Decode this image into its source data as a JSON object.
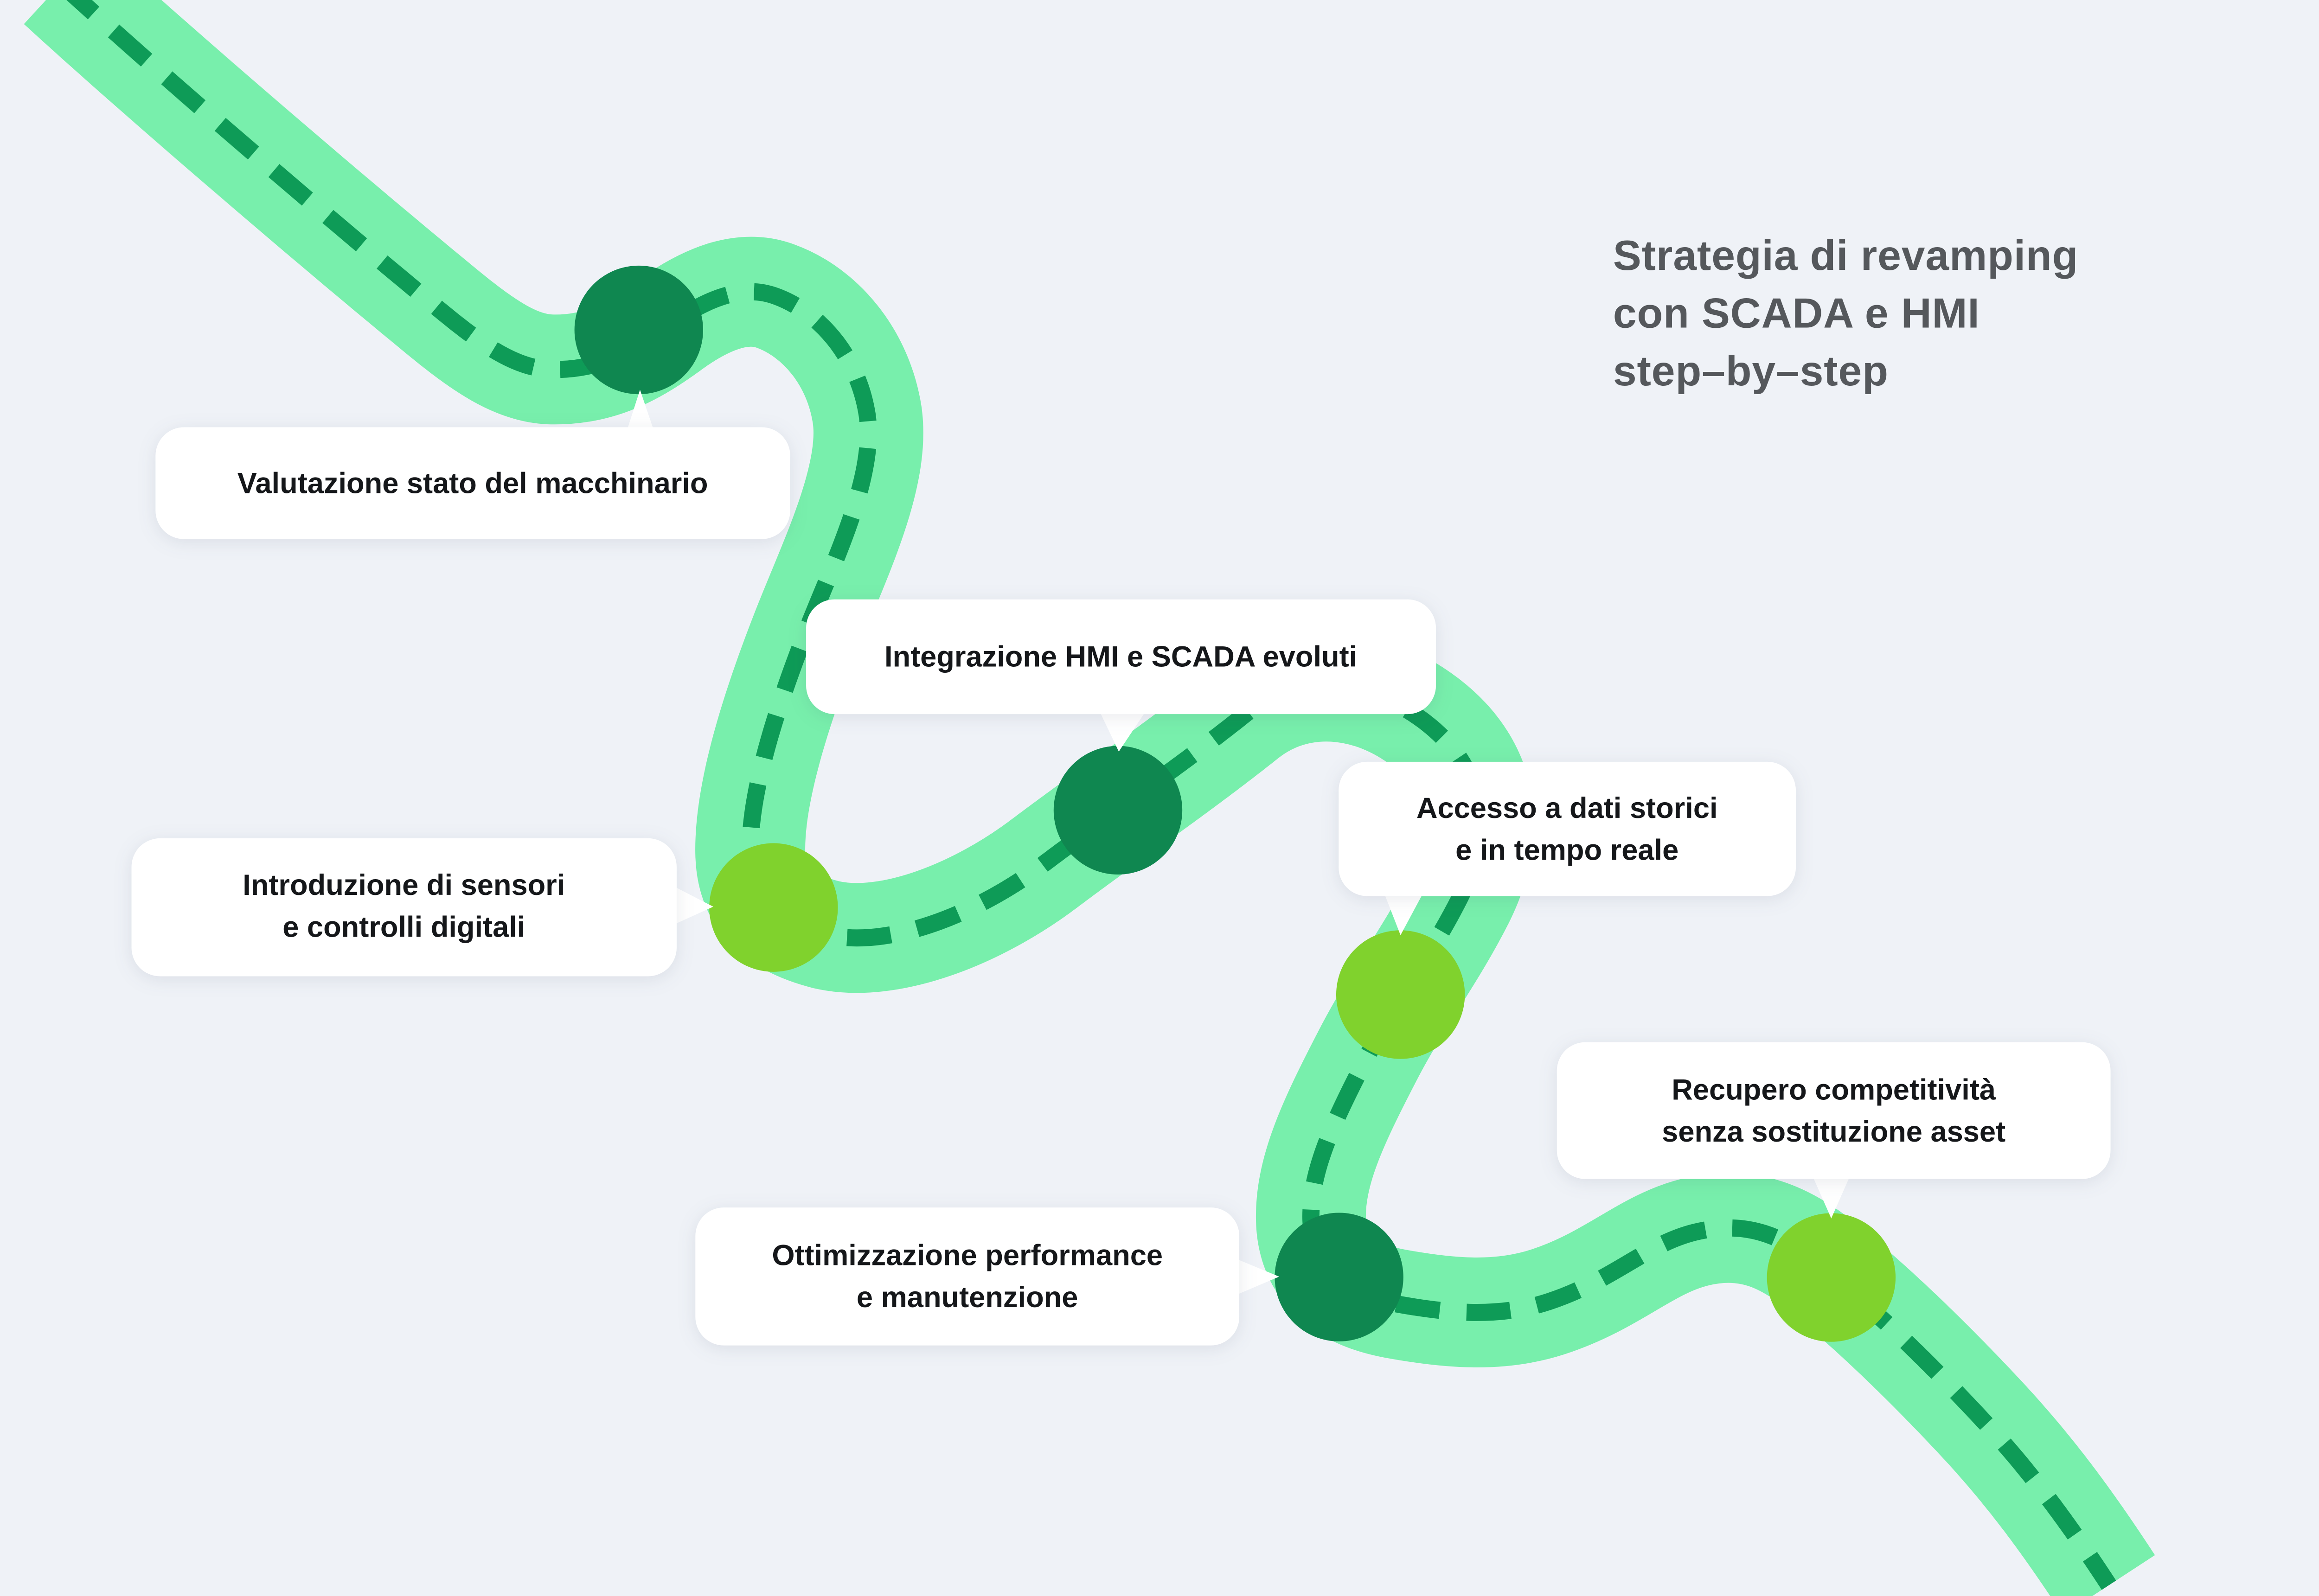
{
  "title": {
    "lines": [
      "Strategia di revamping",
      "con SCADA e HMI",
      "step–by–step"
    ]
  },
  "milestones": [
    {
      "id": 1,
      "dot": "dark-green",
      "lines": [
        "Valutazione stato del macchinario",
        ""
      ]
    },
    {
      "id": 2,
      "dot": "lime",
      "lines": [
        "Introduzione di sensori",
        "e controlli digitali"
      ]
    },
    {
      "id": 3,
      "dot": "dark-green",
      "lines": [
        "Integrazione HMI e SCADA evoluti",
        ""
      ]
    },
    {
      "id": 4,
      "dot": "lime",
      "lines": [
        "Accesso a dati storici",
        "e in tempo reale"
      ]
    },
    {
      "id": 5,
      "dot": "dark-green",
      "lines": [
        "Ottimizzazione performance",
        "e manutenzione"
      ]
    },
    {
      "id": 6,
      "dot": "lime",
      "lines": [
        "Recupero competitività",
        "senza sostituzione asset"
      ]
    }
  ],
  "colors": {
    "background": "#EFF2F7",
    "road": "#78EFAC",
    "road_dash": "#0E9B57",
    "dot_dark_green": "#0F8750",
    "dot_lime": "#80D22D",
    "bubble_bg": "#FFFFFF",
    "bubble_text": "#15171A",
    "title_text": "#55585C"
  }
}
